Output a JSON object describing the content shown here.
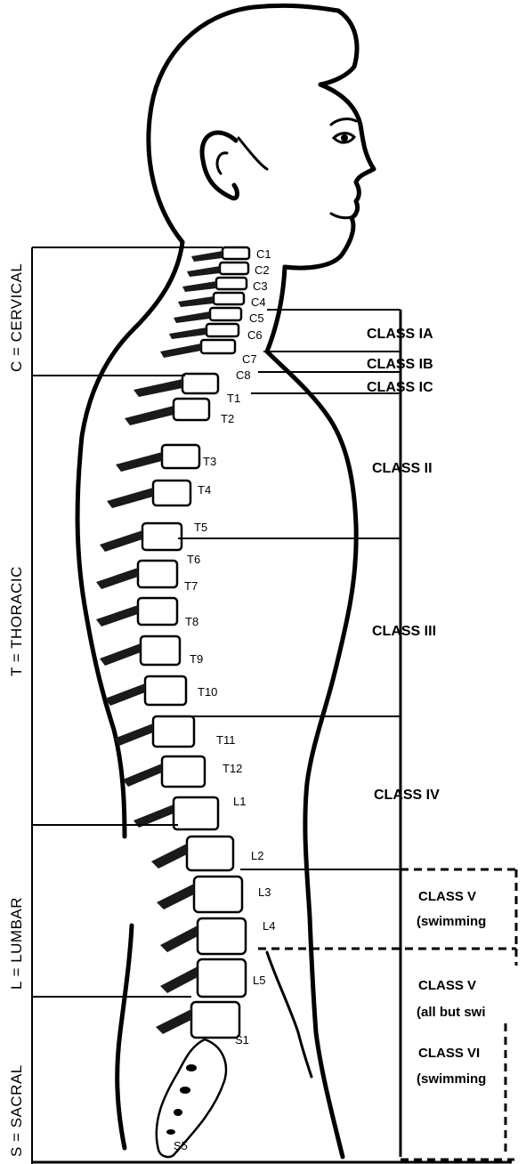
{
  "regions": {
    "cervical": "C = CERVICAL",
    "thoracic": "T = THORACIC",
    "lumbar": "L = LUMBAR",
    "sacral": "S = SACRAL"
  },
  "levels": [
    "C1",
    "C2",
    "C3",
    "C4",
    "C5",
    "C6",
    "C7",
    "C8",
    "T1",
    "T2",
    "T3",
    "T4",
    "T5",
    "T6",
    "T7",
    "T8",
    "T9",
    "T10",
    "T11",
    "T12",
    "L1",
    "L2",
    "L3",
    "L4",
    "L5",
    "S1",
    "S5"
  ],
  "classes": {
    "ia": "CLASS IA",
    "ib": "CLASS IB",
    "ic": "CLASS IC",
    "ii": "CLASS II",
    "iii": "CLASS III",
    "iv": "CLASS IV",
    "v1_title": "CLASS V",
    "v1_note": "(swimming",
    "v2_title": "CLASS V",
    "v2_note": "(all but swi",
    "vi_title": "CLASS VI",
    "vi_note": "(swimming"
  }
}
